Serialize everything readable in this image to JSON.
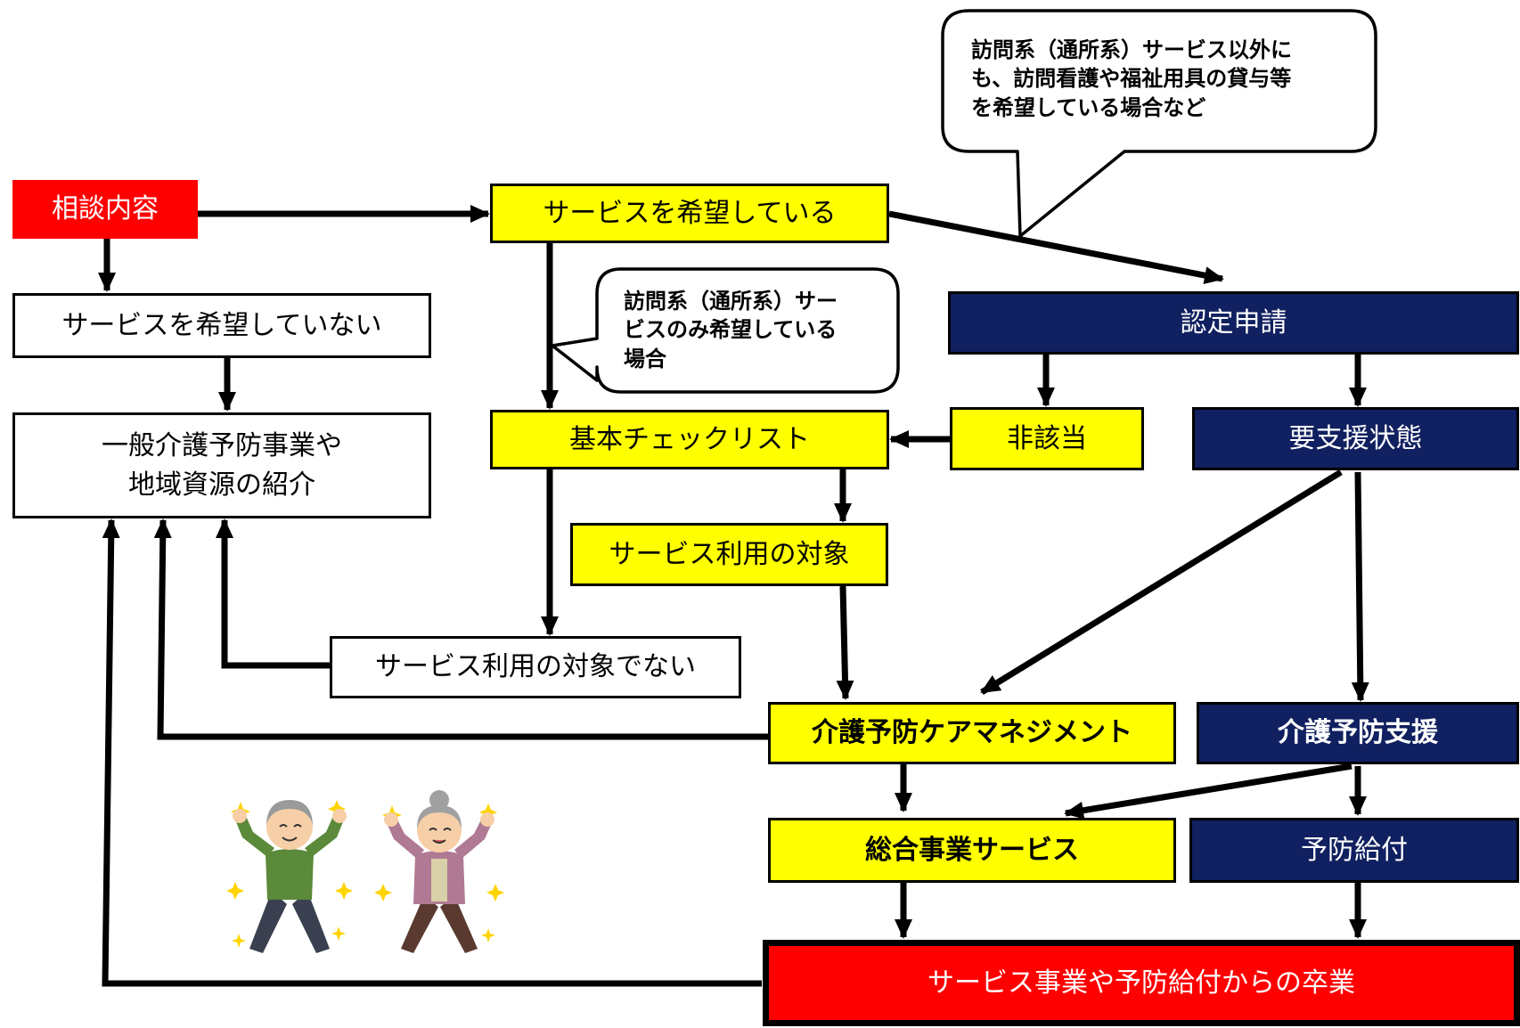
{
  "nodes": {
    "consult": "相談内容",
    "wants_service": "サービスを希望している",
    "no_service": "サービスを希望していない",
    "general_line1": "一般介護予防事業や",
    "general_line2": "地域資源の紹介",
    "checklist": "基本チェックリスト",
    "target": "サービス利用の対象",
    "not_target": "サービス利用の対象でない",
    "certification": "認定申請",
    "not_applicable": "非該当",
    "support_needed": "要支援状態",
    "care_management": "介護予防ケアマネジメント",
    "prevention_support": "介護予防支援",
    "general_service": "総合事業サービス",
    "prevention_benefit": "予防給付",
    "graduation": "サービス事業や予防給付からの卒業"
  },
  "callouts": {
    "top": [
      "訪問系（通所系）サービス以外に",
      "も、訪問看護や福祉用具の貸与等",
      "を希望している場合など"
    ],
    "middle": [
      "訪問系（通所系）サー",
      "ビスのみ希望している",
      "場合"
    ]
  },
  "illustrations": [
    "elderly-man-cheering",
    "elderly-woman-cheering"
  ],
  "colors": {
    "red": "#ff0000",
    "yellow": "#ffff00",
    "navy": "#102060",
    "green_sweater": "#5a8a3a",
    "pink_cardigan": "#b07a94"
  }
}
